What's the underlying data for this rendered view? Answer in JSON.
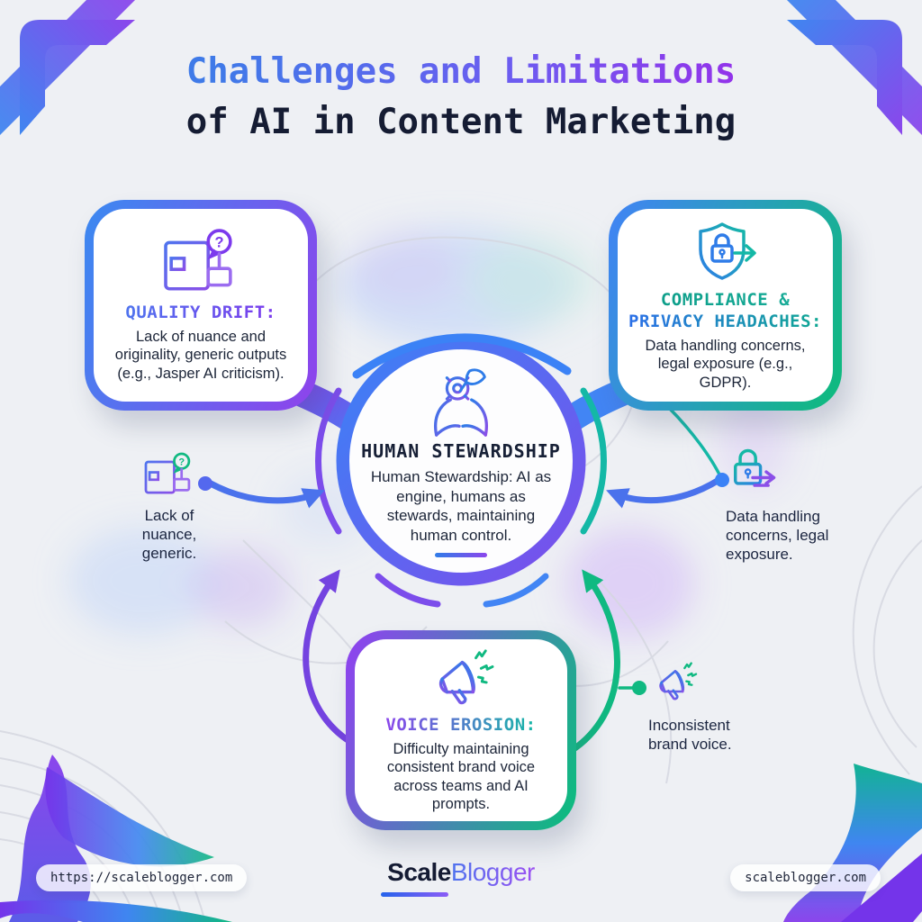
{
  "title": {
    "line1": "Challenges and Limitations",
    "line2": "of AI in Content Marketing"
  },
  "cards": {
    "quality_drift": {
      "heading": "QUALITY DRIFT:",
      "body": "Lack of nuance and originality, generic outputs (e.g., Jasper AI criticism).",
      "icon": "document-question-icon"
    },
    "compliance_privacy": {
      "heading_line1": "COMPLIANCE &",
      "heading_line2": "PRIVACY HEADACHES:",
      "body": "Data handling concerns, legal exposure (e.g., GDPR).",
      "icon": "shield-lock-arrow-icon"
    },
    "voice_erosion": {
      "heading": "VOICE EROSION:",
      "body": "Difficulty maintaining consistent brand voice across teams and AI prompts.",
      "icon": "megaphone-icon"
    }
  },
  "center_node": {
    "heading": "HUMAN STEWARDSHIP",
    "body": "Human Stewardship: AI as engine, humans as stewards, maintaining human control.",
    "icon": "hands-gear-feather-icon"
  },
  "callouts": {
    "left": {
      "text": "Lack of nuance, generic.",
      "icon": "document-question-icon"
    },
    "right": {
      "text": "Data handling concerns, legal exposure.",
      "icon": "padlock-arrow-icon"
    },
    "bottom_right": {
      "text": "Inconsistent brand voice.",
      "icon": "megaphone-icon"
    }
  },
  "footer": {
    "url_badge_left": "https://scaleblogger.com",
    "url_badge_right": "scaleblogger.com",
    "brand": {
      "bold_part": "Scale",
      "light_part": "Blogger"
    }
  },
  "glyphs": {
    "question": "?"
  },
  "palette": {
    "blue": "#3f86f0",
    "purple": "#8b46ec",
    "deep_purple": "#7434ea",
    "teal": "#14b8a6",
    "green": "#10b981",
    "dark_text": "#172036",
    "background": "#eef0f4"
  }
}
